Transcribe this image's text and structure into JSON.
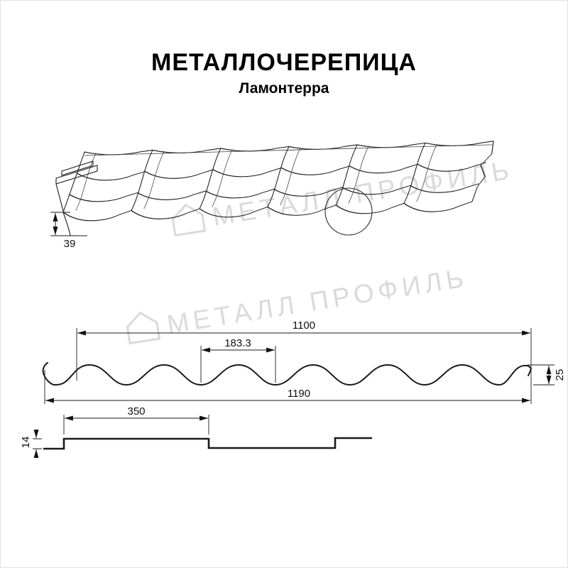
{
  "header": {
    "title": "МЕТАЛЛОЧЕРЕПИЦА",
    "subtitle": "Ламонтерра"
  },
  "watermark": {
    "text": "МЕТАЛЛ ПРОФИЛЬ"
  },
  "perspective_view": {
    "edge_height": "39"
  },
  "cross_section": {
    "cover_width": "1100",
    "wave_pitch": "183.3",
    "profile_height": "25",
    "overall_width": "1190"
  },
  "step_profile": {
    "step_length": "350",
    "step_height": "14"
  },
  "colors": {
    "line": "#1a1a1a",
    "watermark": "#d2d2d2",
    "background": "#ffffff"
  }
}
